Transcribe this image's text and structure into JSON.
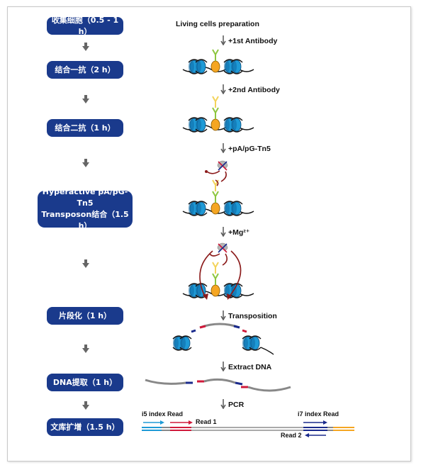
{
  "steps": [
    {
      "label": "收集细胞（0.5 - 1 h）"
    },
    {
      "label": "结合一抗（2 h）"
    },
    {
      "label": "结合二抗（1 h）"
    },
    {
      "label_line1": "Hyperactive pA/pG-Tn5",
      "label_line2": "Transposon结合（1.5 h）"
    },
    {
      "label": "片段化（1 h）"
    },
    {
      "label": "DNA提取（1 h）"
    },
    {
      "label": "文库扩增（1.5 h）"
    }
  ],
  "annotations": {
    "living_cells": "Living cells preparation",
    "first_ab": "+1st  Antibody",
    "second_ab": "+2nd  Antibody",
    "pa_tn5": "+pA/pG-Tn5",
    "mg": "+Mg²⁺",
    "transposition": "Transposition",
    "extract": "Extract DNA",
    "pcr": "PCR"
  },
  "pcr": {
    "i5": "i5 index Read",
    "i7": "i7 index Read",
    "read1": "Read 1",
    "read2": "Read 2"
  },
  "colors": {
    "pill": "#1a3a8c",
    "nucleosome": "#1e9ad6",
    "antibody1": "#8cc63f",
    "antibody2": "#f3d35a",
    "target": "#f5a623",
    "tn5": "#8b1a1a",
    "adapter_red": "#d0193a",
    "adapter_blue": "#1a2a8c"
  }
}
